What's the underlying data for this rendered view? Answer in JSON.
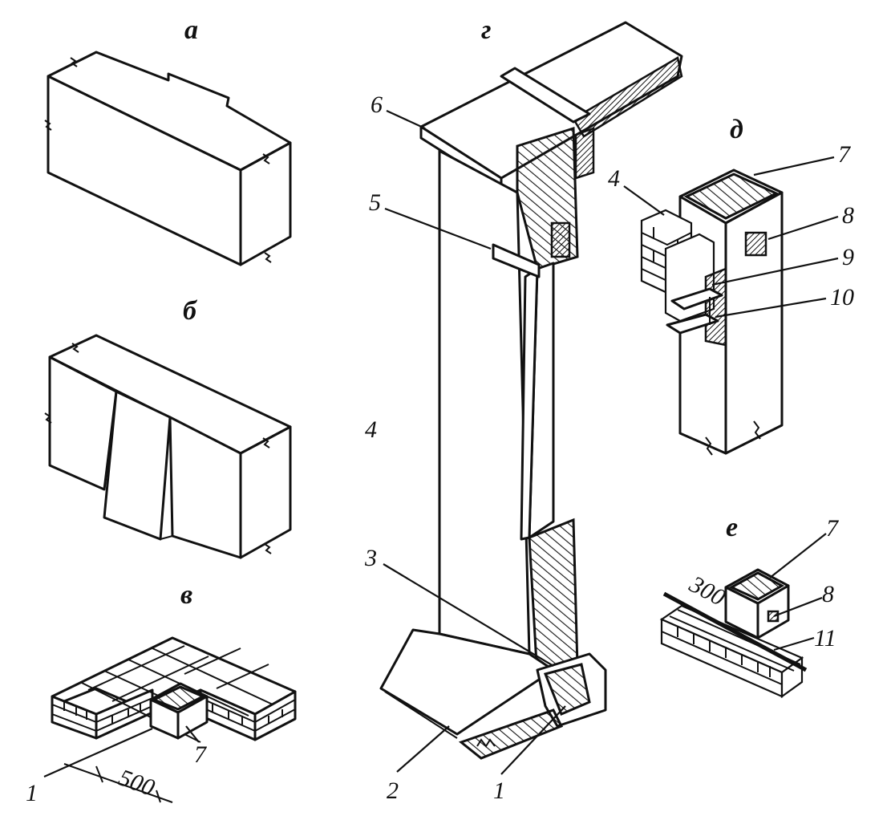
{
  "panels": {
    "a": "а",
    "b": "б",
    "v": "в",
    "g": "г",
    "d": "д",
    "e": "е"
  },
  "callouts": {
    "v_1": "1",
    "v_7": "7",
    "v_dim": "500",
    "g_1": "1",
    "g_2": "2",
    "g_3": "3",
    "g_4": "4",
    "g_5": "5",
    "g_6": "6",
    "d_4": "4",
    "d_7": "7",
    "d_8": "8",
    "d_9": "9",
    "d_10": "10",
    "e_7": "7",
    "e_8": "8",
    "e_11": "11",
    "e_dim": "300"
  }
}
